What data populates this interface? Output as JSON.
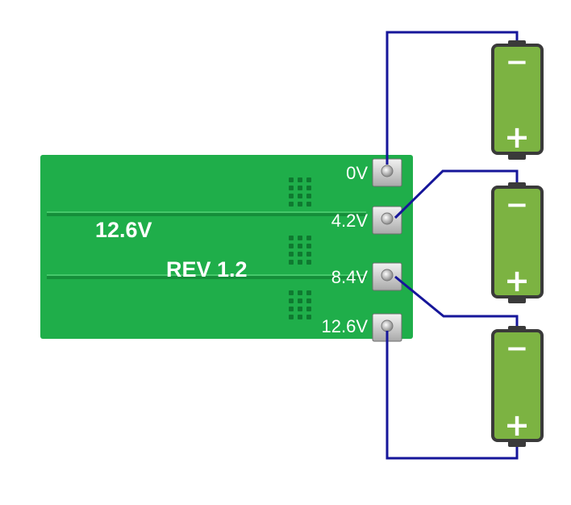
{
  "board": {
    "voltage_label": "12.6V",
    "revision_label": "REV 1.2",
    "pads": [
      {
        "label": "0V"
      },
      {
        "label": "4.2V"
      },
      {
        "label": "8.4V"
      },
      {
        "label": "12.6V"
      }
    ]
  },
  "batteries": [
    {
      "negative": "−",
      "positive": "+"
    },
    {
      "negative": "−",
      "positive": "+"
    },
    {
      "negative": "−",
      "positive": "+"
    }
  ],
  "colors": {
    "pcb": "#1fae4a",
    "pcb_dark": "#158f3a",
    "wire": "#16169a",
    "battery_fill": "#7cb342",
    "battery_stroke": "#3a3a3a"
  }
}
